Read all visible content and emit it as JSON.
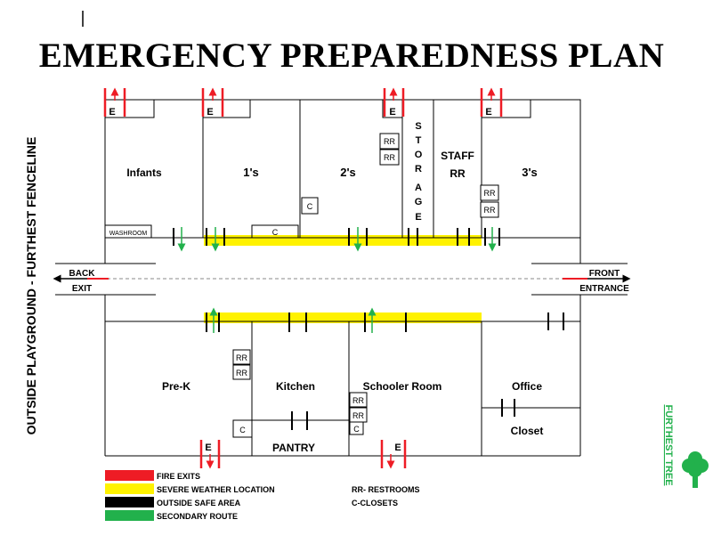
{
  "title": "EMERGENCY PREPAREDNESS PLAN",
  "side_label": "OUTSIDE PLAYGROUND - FURTHEST FENCELINE",
  "tree_label": "FURTHEST TREE",
  "rooms": {
    "infants": "Infants",
    "ones": "1's",
    "twos": "2's",
    "storage": [
      "S",
      "T",
      "O",
      "R",
      "A",
      "G",
      "E"
    ],
    "staff_rr": [
      "STAFF",
      "RR"
    ],
    "threes": "3's",
    "washroom": "WASHROOM",
    "prek": "Pre-K",
    "kitchen": "Kitchen",
    "schooler": "Schooler Room",
    "office": "Office",
    "closet": "Closet",
    "pantry": "PANTRY"
  },
  "markers": {
    "rr": "RR",
    "closet": "C",
    "exit": "E"
  },
  "doors": {
    "back": "BACK",
    "back_exit": "EXIT",
    "front": "FRONT",
    "front_entrance": "ENTRANCE"
  },
  "legend": [
    {
      "color": "#ee1c25",
      "label": "FIRE EXITS"
    },
    {
      "color": "#fff200",
      "label": "SEVERE WEATHER LOCATION"
    },
    {
      "color": "#000000",
      "label": "OUTSIDE SAFE AREA"
    },
    {
      "color": "#22b14c",
      "label": "SECONDARY ROUTE"
    }
  ],
  "notes": [
    "RR- RESTROOMS",
    "C-CLOSETS"
  ],
  "colors": {
    "fire": "#ee1c25",
    "weather": "#fff200",
    "safe": "#000000",
    "secondary": "#22b14c",
    "tree": "#22b14c"
  }
}
